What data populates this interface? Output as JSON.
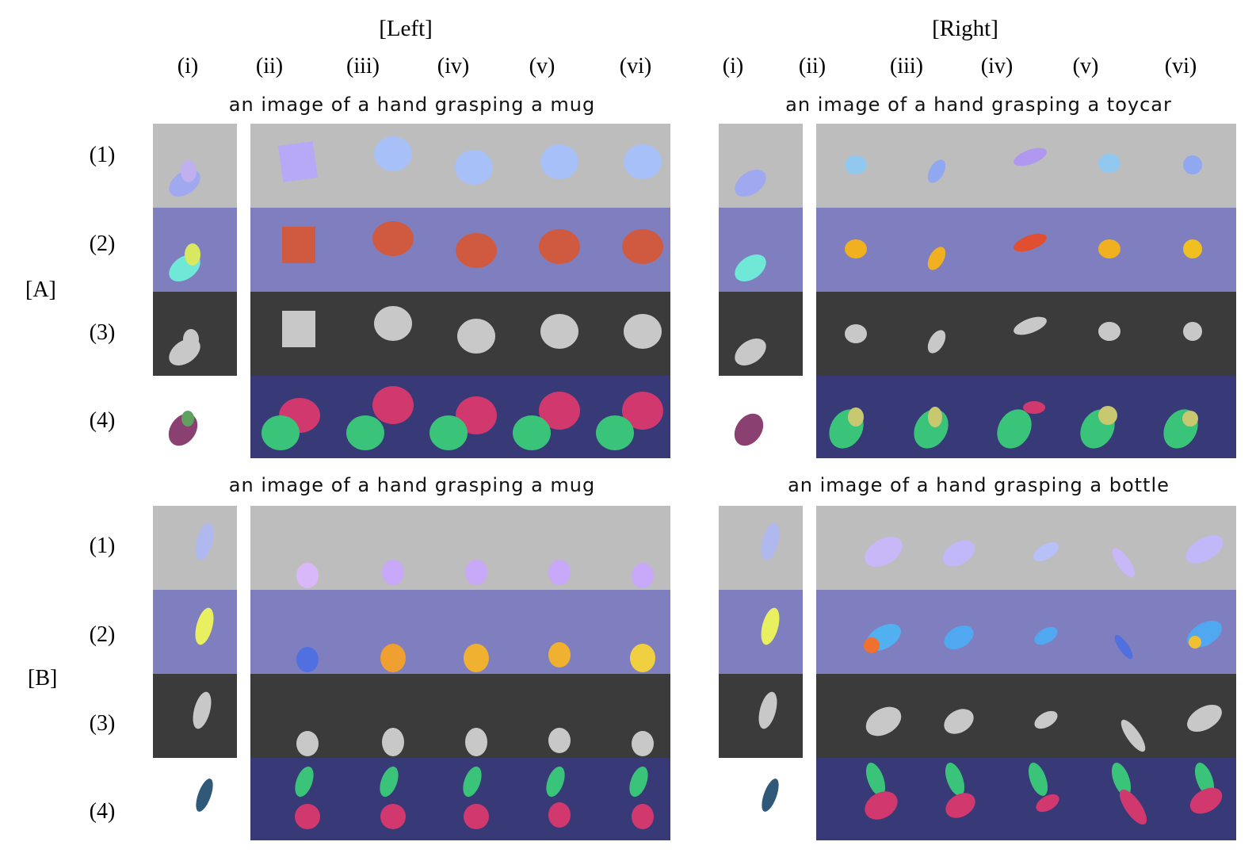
{
  "headers": {
    "left": "[Left]",
    "right": "[Right]"
  },
  "columns": [
    "(i)",
    "(ii)",
    "(iii)",
    "(iv)",
    "(v)",
    "(vi)"
  ],
  "row_labels": [
    "(1)",
    "(2)",
    "(3)",
    "(4)"
  ],
  "groups": [
    "[A]",
    "[B]"
  ],
  "captions": {
    "A_left": "an image of a hand grasping a mug",
    "A_right": "an image of a hand grasping a toycar",
    "B_left": "an image of a hand grasping a mug",
    "B_right": "an image of a hand grasping a bottle"
  },
  "colors": {
    "row1_bg": "#bdbdbd",
    "row2_bg": "#7f7fc0",
    "row3_bg": "#3b3b3b",
    "row4_bg": "#383a78",
    "hand": "#3ac47a",
    "object": "#d0386e",
    "overlap": "#c8c870"
  }
}
